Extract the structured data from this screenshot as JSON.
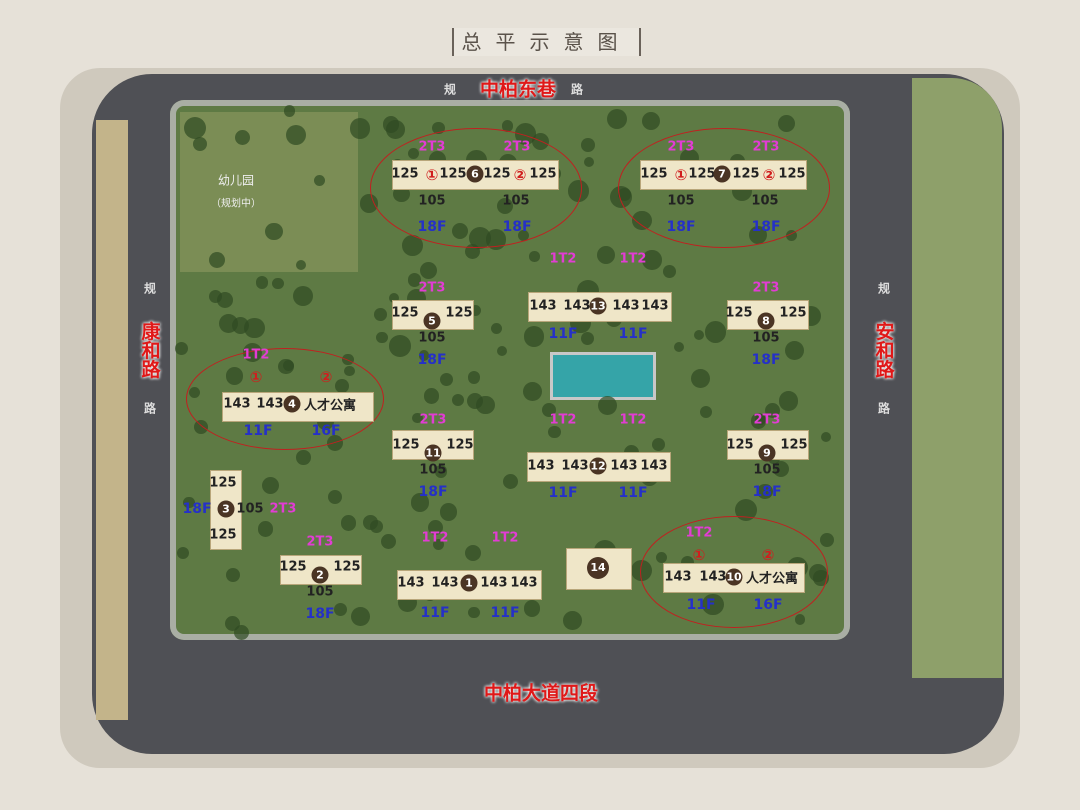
{
  "title": "总平示意图",
  "roads": {
    "north_prefix": "规",
    "north_suffix": "路",
    "north": "中柏东巷",
    "west_prefix": "规",
    "west_suffix": "路",
    "west": "康和路",
    "east_prefix": "规",
    "east_suffix": "路",
    "east": "安和路",
    "south": "中柏大道四段"
  },
  "kindergarten": {
    "name": "幼儿园",
    "note": "（规划中）"
  },
  "units": {
    "one": "①",
    "two": "②"
  },
  "talent_apartment": "人才公寓",
  "buildings": {
    "b1": {
      "number": "1",
      "type": "1T2",
      "area": "143",
      "floor": "11F"
    },
    "b2": {
      "number": "2",
      "type": "2T3",
      "area_a": "125",
      "area_b": "105",
      "floor": "18F"
    },
    "b3": {
      "number": "3",
      "type": "2T3",
      "area_a": "125",
      "area_b": "105",
      "floor": "18F"
    },
    "b4": {
      "number": "4",
      "type": "1T2",
      "area": "143",
      "floor_a": "11F",
      "floor_b": "16F"
    },
    "b5": {
      "number": "5",
      "type": "2T3",
      "area_a": "125",
      "area_b": "105",
      "floor": "18F"
    },
    "b6": {
      "number": "6",
      "type": "2T3",
      "area_a": "125",
      "area_b": "105",
      "floor": "18F"
    },
    "b7": {
      "number": "7",
      "type": "2T3",
      "area_a": "125",
      "area_b": "105",
      "floor": "18F"
    },
    "b8": {
      "number": "8",
      "type": "2T3",
      "area_a": "125",
      "area_b": "105",
      "floor": "18F"
    },
    "b9": {
      "number": "9",
      "type": "2T3",
      "area_a": "125",
      "area_b": "105",
      "floor": "18F"
    },
    "b10": {
      "number": "10",
      "type": "1T2",
      "area": "143",
      "floor_a": "11F",
      "floor_b": "16F"
    },
    "b11": {
      "number": "11",
      "type": "2T3",
      "area_a": "125",
      "area_b": "105",
      "floor": "18F"
    },
    "b12": {
      "number": "12",
      "type": "1T2",
      "area": "143",
      "floor": "11F"
    },
    "b13": {
      "number": "13",
      "type": "1T2",
      "area": "143",
      "floor": "11F"
    },
    "b14": {
      "number": "14"
    }
  }
}
